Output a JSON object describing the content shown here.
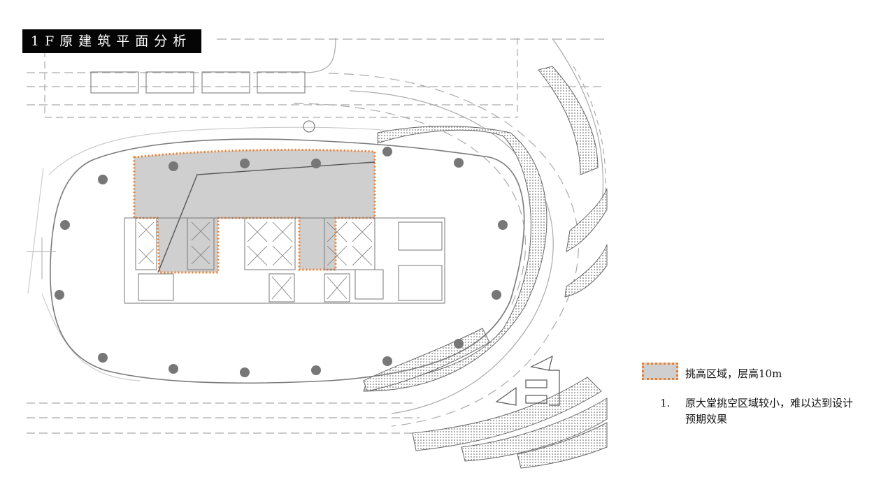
{
  "title": "1F原建筑平面分析",
  "colors": {
    "highlight_fill": "#cfcfcf",
    "highlight_border": "#ef7d2a",
    "column_fill": "#777777",
    "line": "#9a9a9a",
    "title_bg": "#050505"
  },
  "legend": {
    "label": "挑高区域，层高10m"
  },
  "notes": [
    {
      "num": "1.",
      "text": "原大堂挑空区域较小，难以达到设计预期效果"
    }
  ]
}
